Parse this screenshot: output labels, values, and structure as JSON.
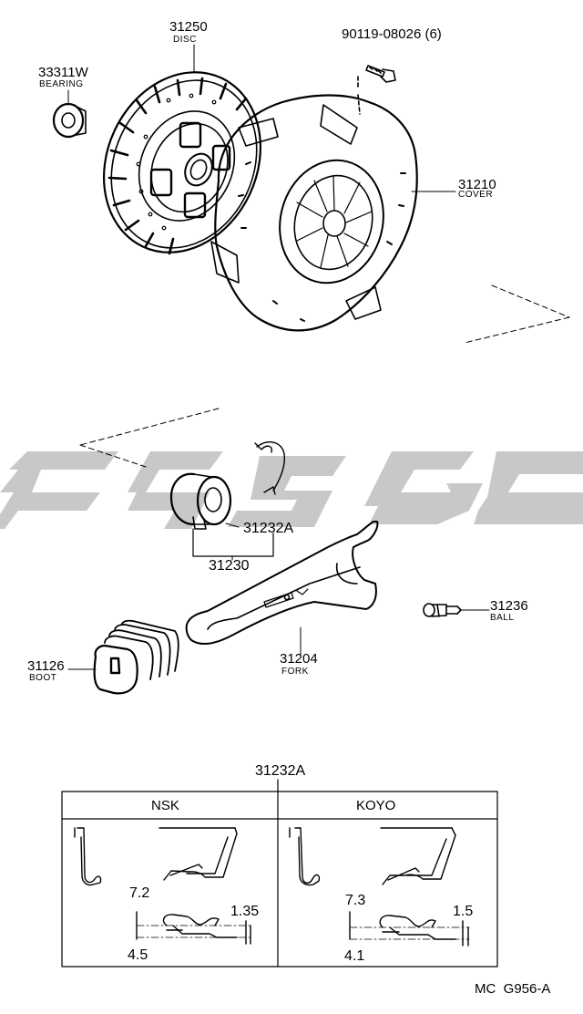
{
  "parts": {
    "disc": {
      "number": "31250",
      "name": "DISC"
    },
    "bearing_33311w": {
      "number": "33311W",
      "name": "BEARING"
    },
    "bolt": {
      "number": "90119-08026 (6)"
    },
    "cover": {
      "number": "31210",
      "name": "COVER"
    },
    "release_clip": {
      "number": "31232A"
    },
    "release_bearing": {
      "number": "31230"
    },
    "ball": {
      "number": "31236",
      "name": "BALL"
    },
    "fork": {
      "number": "31204",
      "name": "FORK"
    },
    "boot": {
      "number": "31126",
      "name": "BOOT"
    }
  },
  "detail": {
    "title": "31232A",
    "col1": {
      "header": "NSK",
      "dim_height": "7.2",
      "dim_thickness": "1.35",
      "dim_length": "4.5"
    },
    "col2": {
      "header": "KOYO",
      "dim_height": "7.3",
      "dim_thickness": "1.5",
      "dim_length": "4.1"
    }
  },
  "footer": {
    "code": "MC  G956-A"
  },
  "colors": {
    "line": "#000000",
    "watermark": "#c8c8c8",
    "background": "#ffffff"
  }
}
